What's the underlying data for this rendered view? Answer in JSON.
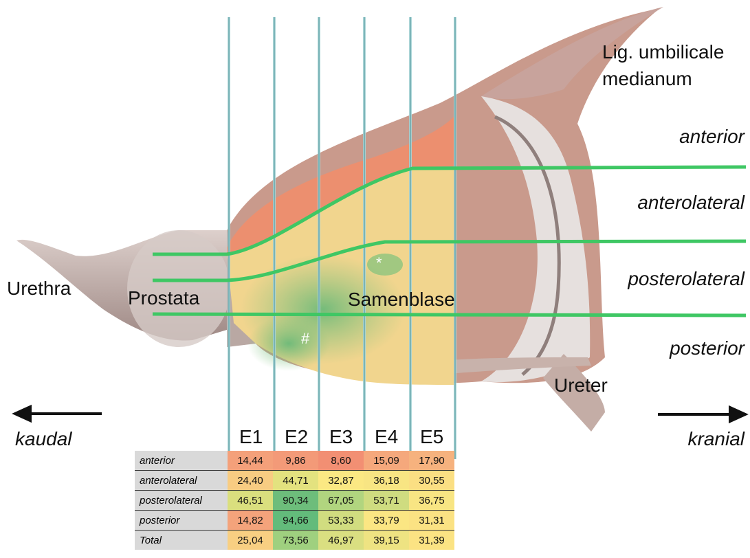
{
  "labels": {
    "lig_umbilicale_1": "Lig. umbilicale",
    "lig_umbilicale_2": "medianum",
    "anterior": "anterior",
    "anterolateral": "anterolateral",
    "posterolateral": "posterolateral",
    "posterior": "posterior",
    "urethra": "Urethra",
    "prostata": "Prostata",
    "samenblase": "Samenblase",
    "ureter": "Ureter",
    "kaudal": "kaudal",
    "kranial": "kranial",
    "star": "*",
    "hash": "#"
  },
  "sections": [
    "E1",
    "E2",
    "E3",
    "E4",
    "E5"
  ],
  "table": {
    "rows": [
      {
        "label": "anterior",
        "values": [
          "14,44",
          "9,86",
          "8,60",
          "15,09",
          "17,90"
        ],
        "colors": [
          "#f4a07a",
          "#f39a78",
          "#f28f73",
          "#f5a87c",
          "#f6b27e"
        ]
      },
      {
        "label": "anterolateral",
        "values": [
          "24,40",
          "44,71",
          "32,87",
          "36,18",
          "30,55"
        ],
        "colors": [
          "#f8cc82",
          "#e3e27f",
          "#fbe883",
          "#f8e583",
          "#fbdf83"
        ]
      },
      {
        "label": "posterolateral",
        "values": [
          "46,51",
          "90,34",
          "67,05",
          "53,71",
          "36,75"
        ],
        "colors": [
          "#dadf7e",
          "#6dbd7b",
          "#b1d57f",
          "#cfdc80",
          "#f8e583"
        ]
      },
      {
        "label": "posterior",
        "values": [
          "14,82",
          "94,66",
          "53,33",
          "33,79",
          "31,31"
        ],
        "colors": [
          "#f4a37b",
          "#63bb7b",
          "#d1dd80",
          "#fbe683",
          "#fbe283"
        ]
      },
      {
        "label": "Total",
        "values": [
          "25,04",
          "73,56",
          "46,97",
          "39,15",
          "31,39"
        ],
        "colors": [
          "#f8cf82",
          "#9fd07f",
          "#dadf81",
          "#eee382",
          "#fbe383"
        ]
      }
    ]
  }
}
